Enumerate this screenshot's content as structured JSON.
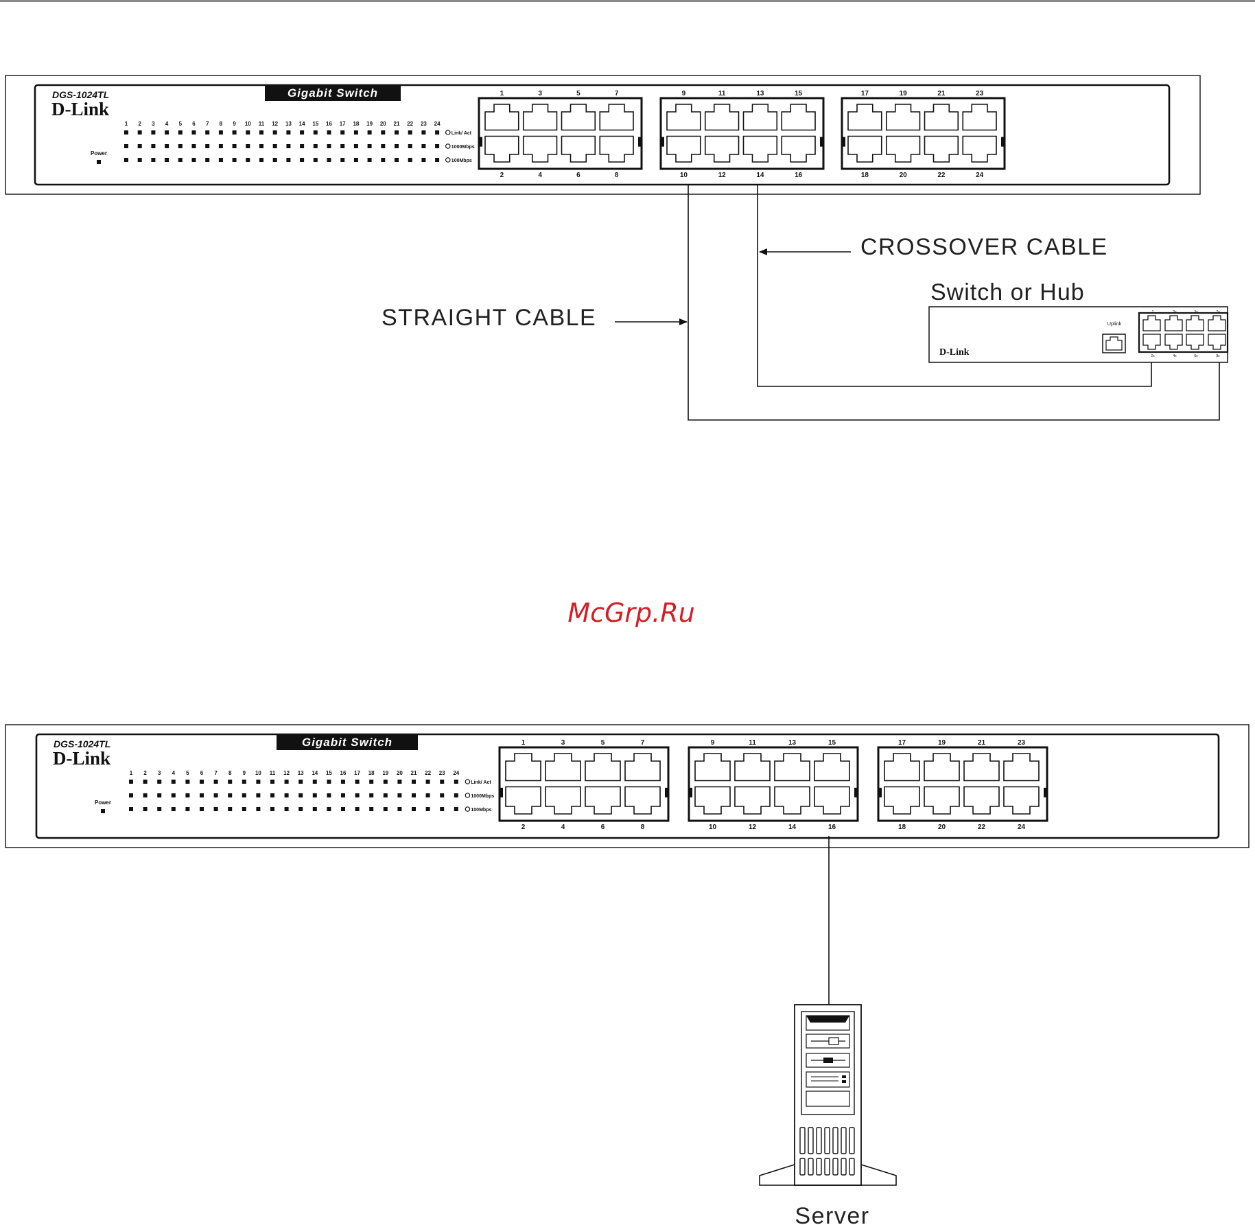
{
  "switch": {
    "model": "DGS-1024TL",
    "brand": "D-Link",
    "badge": "Gigabit Switch",
    "power_label": "Power",
    "led_labels": [
      "Link/ Act",
      "1000Mbps",
      "100Mbps"
    ],
    "led_numbers": [
      "1",
      "2",
      "3",
      "4",
      "5",
      "6",
      "7",
      "8",
      "9",
      "10",
      "11",
      "12",
      "13",
      "14",
      "15",
      "16",
      "17",
      "18",
      "19",
      "20",
      "21",
      "22",
      "23",
      "24"
    ],
    "top_port_numbers": [
      "1",
      "3",
      "5",
      "7",
      "9",
      "11",
      "13",
      "15",
      "17",
      "19",
      "21",
      "23"
    ],
    "bottom_port_numbers": [
      "2",
      "4",
      "6",
      "8",
      "10",
      "12",
      "14",
      "16",
      "18",
      "20",
      "22",
      "24"
    ]
  },
  "diagram1": {
    "straight_cable": "STRAIGHT CABLE",
    "crossover_cable": "CROSSOVER CABLE",
    "hub_caption": "Switch or Hub",
    "hub_brand": "D-Link",
    "hub_uplink": "Uplink",
    "hub_top_numbers": [
      "1",
      "2x",
      "3x",
      "7x"
    ],
    "hub_bottom_numbers": [
      "2x",
      "4x",
      "6x",
      "8x"
    ]
  },
  "watermark": "McGrp.Ru",
  "diagram2": {
    "server_label": "Server"
  }
}
